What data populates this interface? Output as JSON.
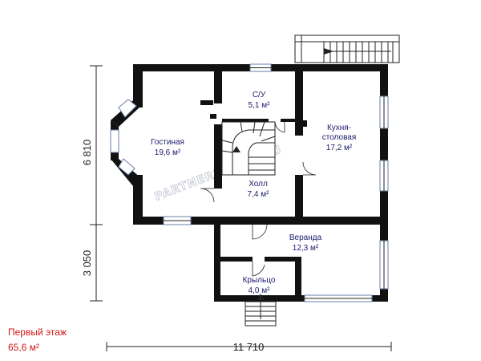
{
  "rooms": {
    "living": {
      "name": "Гостиная",
      "area": "19,6 м²"
    },
    "bath": {
      "name": "С/У",
      "area": "5,1 м²"
    },
    "kitchen": {
      "name_line1": "Кухня-",
      "name_line2": "столовая",
      "area": "17,2 м²"
    },
    "hall": {
      "name": "Холл",
      "area": "7,4 м²"
    },
    "veranda": {
      "name": "Веранда",
      "area": "12,3 м²"
    },
    "porch": {
      "name": "Крыльцо",
      "area": "4,0 м²"
    }
  },
  "dimensions": {
    "width": "11 710",
    "height_main": "6 810",
    "height_veranda": "3 050"
  },
  "floor": {
    "title": "Первый этаж",
    "area": "65,6 м²"
  },
  "watermark": "PARTNERHOUSE.RU"
}
